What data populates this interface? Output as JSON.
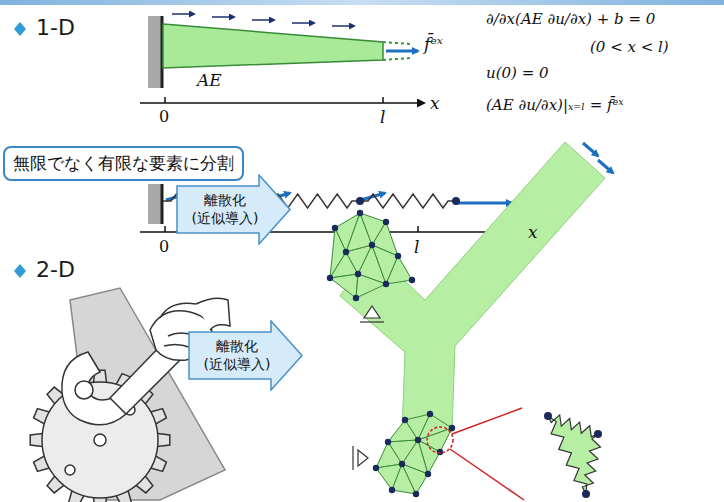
{
  "diagram": {
    "nodes": [
      {
        "text": [
          "無限でなく有限な要素に分割"
        ]
      },
      {
        "text": [
          "離散化 (近似導入)"
        ]
      },
      {
        "text": [
          "離散化 (近似導入)"
        ]
      }
    ],
    "labels": [
      "1-D",
      "AE",
      "f̄ᵉˣ",
      "0",
      "l",
      "x",
      "∂/∂x(AE ∂u/∂x) + b = 0",
      "(0 < x < l)",
      "u(0) = 0",
      "(AE ∂u/∂x)|ₓ₌ₗ = f̄ᵉˣ",
      "0",
      "l",
      "x",
      "2-D"
    ]
  }
}
